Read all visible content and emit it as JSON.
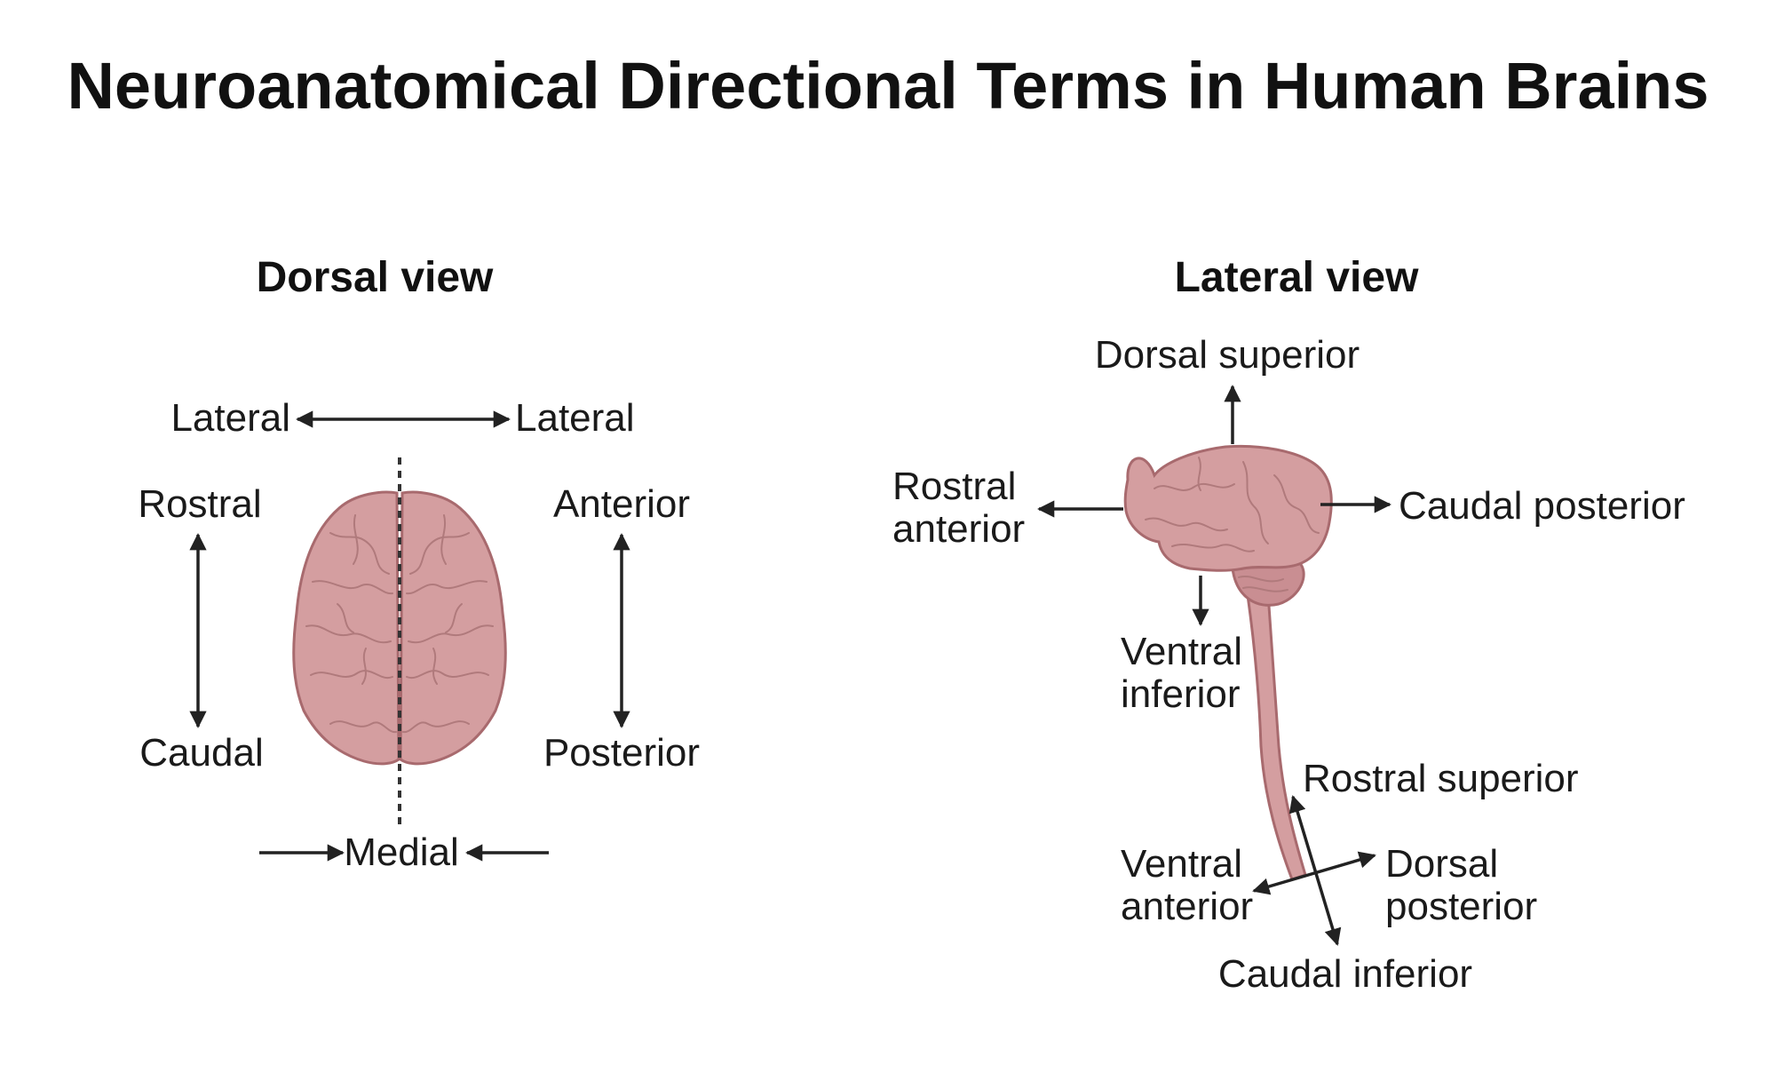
{
  "title": "Neuroanatomical Directional Terms in Human Brains",
  "colors": {
    "brain_fill": "#d49ea0",
    "brain_stroke": "#a86a6e",
    "arrow": "#222222"
  },
  "dorsal_view": {
    "heading": "Dorsal view",
    "lateral_left": "Lateral",
    "lateral_right": "Lateral",
    "rostral": "Rostral",
    "caudal": "Caudal",
    "anterior": "Anterior",
    "posterior": "Posterior",
    "medial": "Medial"
  },
  "lateral_view": {
    "heading": "Lateral view",
    "dorsal_superior": "Dorsal superior",
    "rostral_anterior": [
      "Rostral",
      "anterior"
    ],
    "caudal_posterior": "Caudal posterior",
    "ventral_inferior": [
      "Ventral",
      "inferior"
    ],
    "rostral_superior": "Rostral superior",
    "ventral_anterior": [
      "Ventral",
      "anterior"
    ],
    "dorsal_posterior": [
      "Dorsal",
      "posterior"
    ],
    "caudal_inferior": "Caudal inferior"
  }
}
